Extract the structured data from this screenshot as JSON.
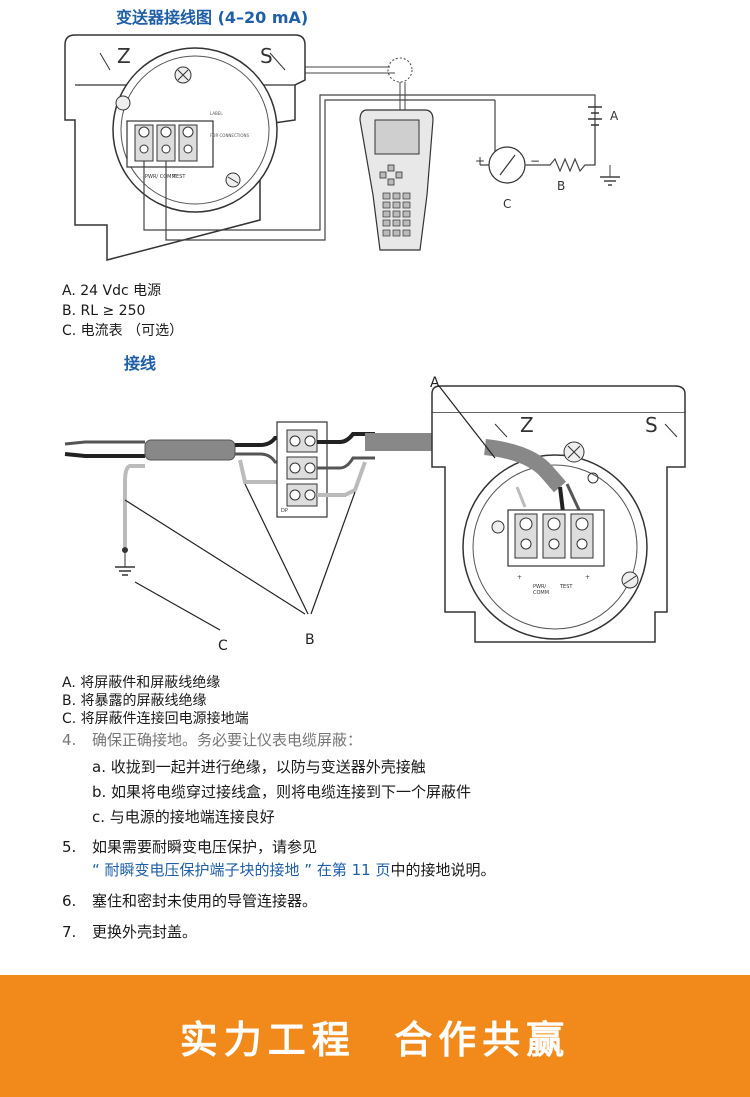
{
  "top_figure": {
    "title": "变送器接线图 (4–20 mA)",
    "labels": [
      "A",
      "B",
      "C"
    ],
    "housing_letters": [
      "Z",
      "S"
    ],
    "terminal_labels": [
      "PWR/\nCOMM",
      "TEST"
    ],
    "legend": [
      "A. 24 Vdc 电源",
      "B. RL ≥ 250",
      "C. 电流表  （可选）"
    ]
  },
  "bottom_figure": {
    "title": "接线",
    "labels": [
      "A",
      "B",
      "C"
    ],
    "housing_letters": [
      "Z",
      "S"
    ],
    "legend": [
      "A. 将屏蔽件和屏蔽线绝缘",
      "B. 将暴露的屏蔽线绝缘",
      "C. 将屏蔽件连接回电源接地端"
    ]
  },
  "steps": {
    "s4": {
      "num": "4.",
      "text": "确保正确接地。务必要让仪表电缆屏蔽："
    },
    "s4a": "a. 收拢到一起并进行绝缘，以防与变送器外壳接触",
    "s4b": "b. 如果将电缆穿过接线盒，则将电缆连接到下一个屏蔽件",
    "s4c": "c. 与电源的接地端连接良好",
    "s5": {
      "num": "5.",
      "text": "如果需要耐瞬变电压保护，请参见"
    },
    "s5_link": "“ 耐瞬变电压保护端子块的接地 ” 在第  11 页",
    "s5_tail": "中的接地说明。",
    "s6": {
      "num": "6.",
      "text": "塞住和密封未使用的导管连接器。"
    },
    "s7": {
      "num": "7.",
      "text": "更换外壳封盖。"
    }
  },
  "banner": {
    "text": "实力工程  合作共赢",
    "color": "#f28a1b"
  }
}
